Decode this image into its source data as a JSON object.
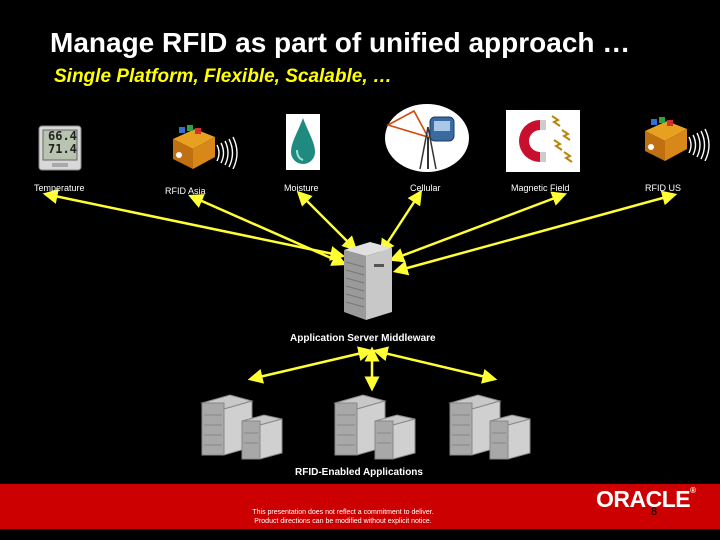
{
  "slide": {
    "title": "Manage RFID as part of unified approach …",
    "subtitle": "Single Platform, Flexible, Scalable, …"
  },
  "sources": [
    {
      "label": "Temperature",
      "icon": "thermometer-display-icon",
      "readout_top": "66.4",
      "readout_bottom": "71.4"
    },
    {
      "label": "RFID Asia",
      "icon": "rfid-tagged-package-icon"
    },
    {
      "label": "Moisture",
      "icon": "water-drop-icon"
    },
    {
      "label": "Cellular",
      "icon": "cell-tower-icon"
    },
    {
      "label": "Magnetic Field",
      "icon": "magnet-icon"
    },
    {
      "label": "RFID US",
      "icon": "rfid-tagged-package-icon"
    }
  ],
  "middleware": {
    "label": "Application Server Middleware",
    "icon": "server-icon"
  },
  "applications": {
    "label": "RFID-Enabled Applications",
    "icon": "server-rack-icon"
  },
  "footer": {
    "disclaimer_line1": "This presentation does not reflect a commitment to deliver.",
    "disclaimer_line2": "Product directions can be modified without explicit notice.",
    "logo_text": "ORACLE",
    "logo_mark": "®",
    "page_number": "8"
  },
  "colors": {
    "background": "#000000",
    "subtitle": "#ffff00",
    "connector": "#ffff33",
    "footer": "#cc0000"
  }
}
